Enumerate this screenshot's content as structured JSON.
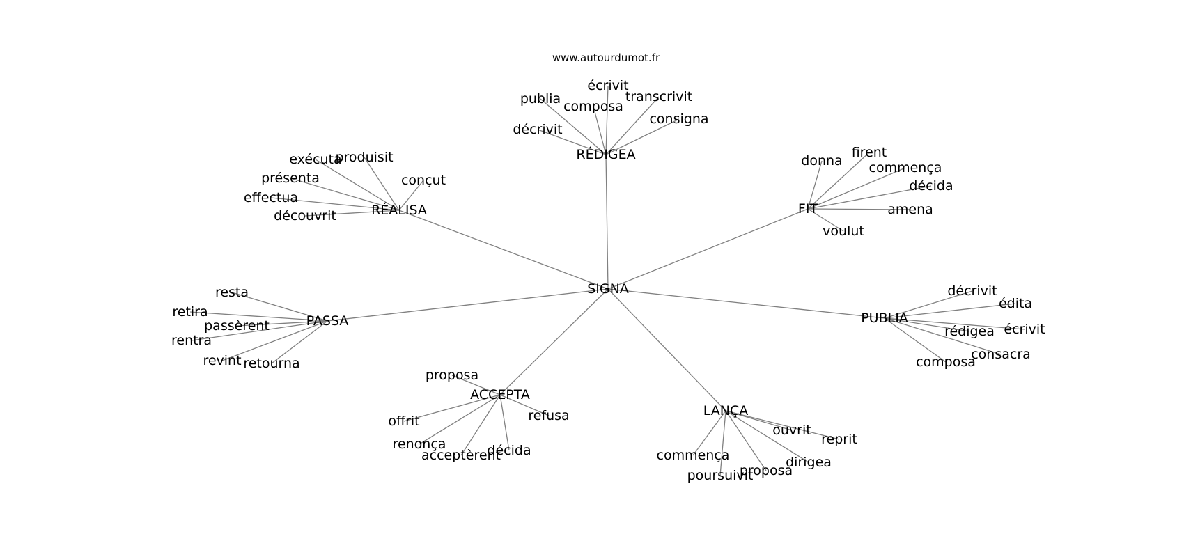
{
  "header": {
    "site": "www.autourdumot.fr"
  },
  "graph": {
    "edge_color": "#808080",
    "center": "SIGNA",
    "hubs": [
      {
        "name": "RÉDIGEA",
        "words": [
          "publia",
          "écrivit",
          "composa",
          "transcrivit",
          "consigna",
          "décrivit"
        ]
      },
      {
        "name": "RÉALISA",
        "words": [
          "exécuta",
          "produisit",
          "conçut",
          "présenta",
          "effectua",
          "découvrit"
        ]
      },
      {
        "name": "FIT",
        "words": [
          "donna",
          "firent",
          "commença",
          "décida",
          "amena",
          "voulut"
        ]
      },
      {
        "name": "PASSA",
        "words": [
          "resta",
          "retira",
          "passèrent",
          "rentra",
          "revint",
          "retourna"
        ]
      },
      {
        "name": "PUBLIA",
        "words": [
          "décrivit",
          "édita",
          "rédigea",
          "écrivit",
          "consacra",
          "composa"
        ]
      },
      {
        "name": "ACCEPTA",
        "words": [
          "proposa",
          "offrit",
          "refusa",
          "renonça",
          "acceptèrent",
          "décida"
        ]
      },
      {
        "name": "LANÇA",
        "words": [
          "ouvrit",
          "reprit",
          "commença",
          "dirigea",
          "poursuivit",
          "proposa"
        ]
      }
    ]
  }
}
